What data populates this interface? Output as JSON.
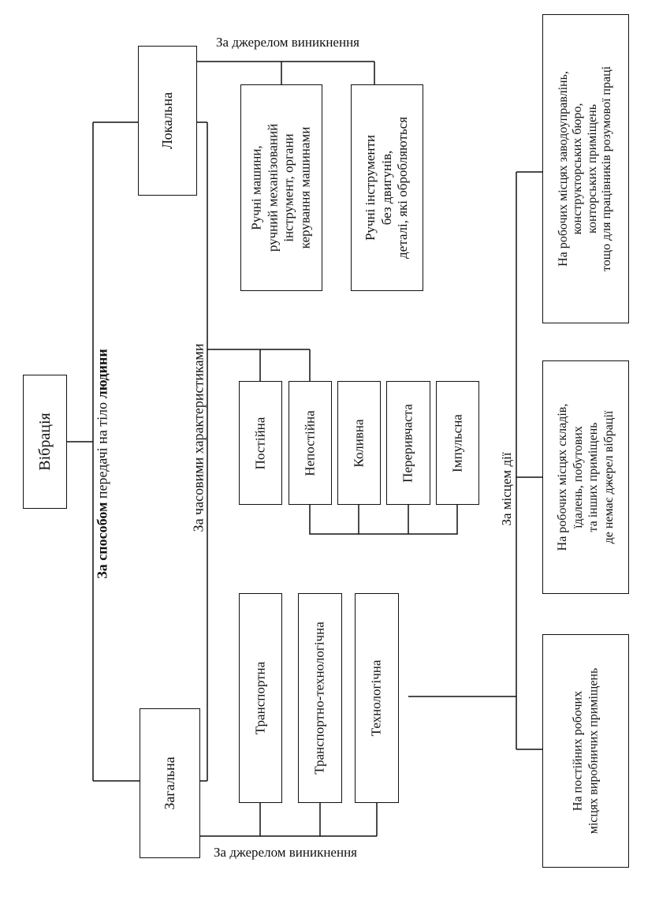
{
  "root": "Вібрація",
  "by_body": {
    "label_bold": "За способом",
    "label_rest": " передачі на тіло ",
    "label_end": "людини"
  },
  "local": "Локальна",
  "general": "Загальна",
  "source_top": "За джерелом виникнення",
  "source_bottom": "За джерелом виникнення",
  "local_sources": [
    "Ручні машини,\nручний механізований\nінструмент, органи\nкерування машинами",
    "Ручні інструменти\nбез двигунів,\nдеталі, які обробляються"
  ],
  "time_label": "За часовими характеристиками",
  "time_types": [
    "Постійна",
    "Непостійна",
    "Коливна",
    "Переривчаста",
    "Імпульсна"
  ],
  "general_sources": [
    "Транспортна",
    "Транспортно-технологічна",
    "Технологічна"
  ],
  "place_label": "За місцем дії",
  "places": [
    "На постійних робочих\nмісцях виробничих приміщень",
    "На робочих місцях складів,\nїдалень, побутових\nта інших приміщень\nде немає джерел вібрації",
    "На робочих місцях заводоуправлінь,\nконструкторських бюро,\nконторських приміщень\nтощо для працівників розумової праці"
  ]
}
